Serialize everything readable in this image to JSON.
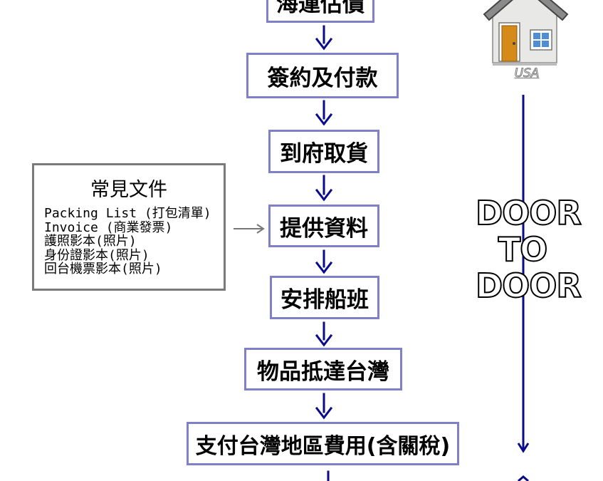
{
  "flow": {
    "steps": [
      "海運估價",
      "簽約及付款",
      "到府取貨",
      "提供資料",
      "安排船班",
      "物品抵達台灣",
      "支付台灣地區費用(含關稅)"
    ]
  },
  "documents": {
    "title": "常見文件",
    "items": [
      "Packing List (打包清單)",
      "Invoice (商業發票)",
      "護照影本(照片)",
      "身份證影本(照片)",
      "回台機票影本(照片)"
    ]
  },
  "side": {
    "house_label": "USA",
    "door_line1": "DOOR",
    "door_line2": "TO",
    "door_line3": "DOOR"
  },
  "colors": {
    "arrow": "#0a0a8c",
    "step_border": "#8080c8",
    "notes_border": "#7a7a7a"
  }
}
